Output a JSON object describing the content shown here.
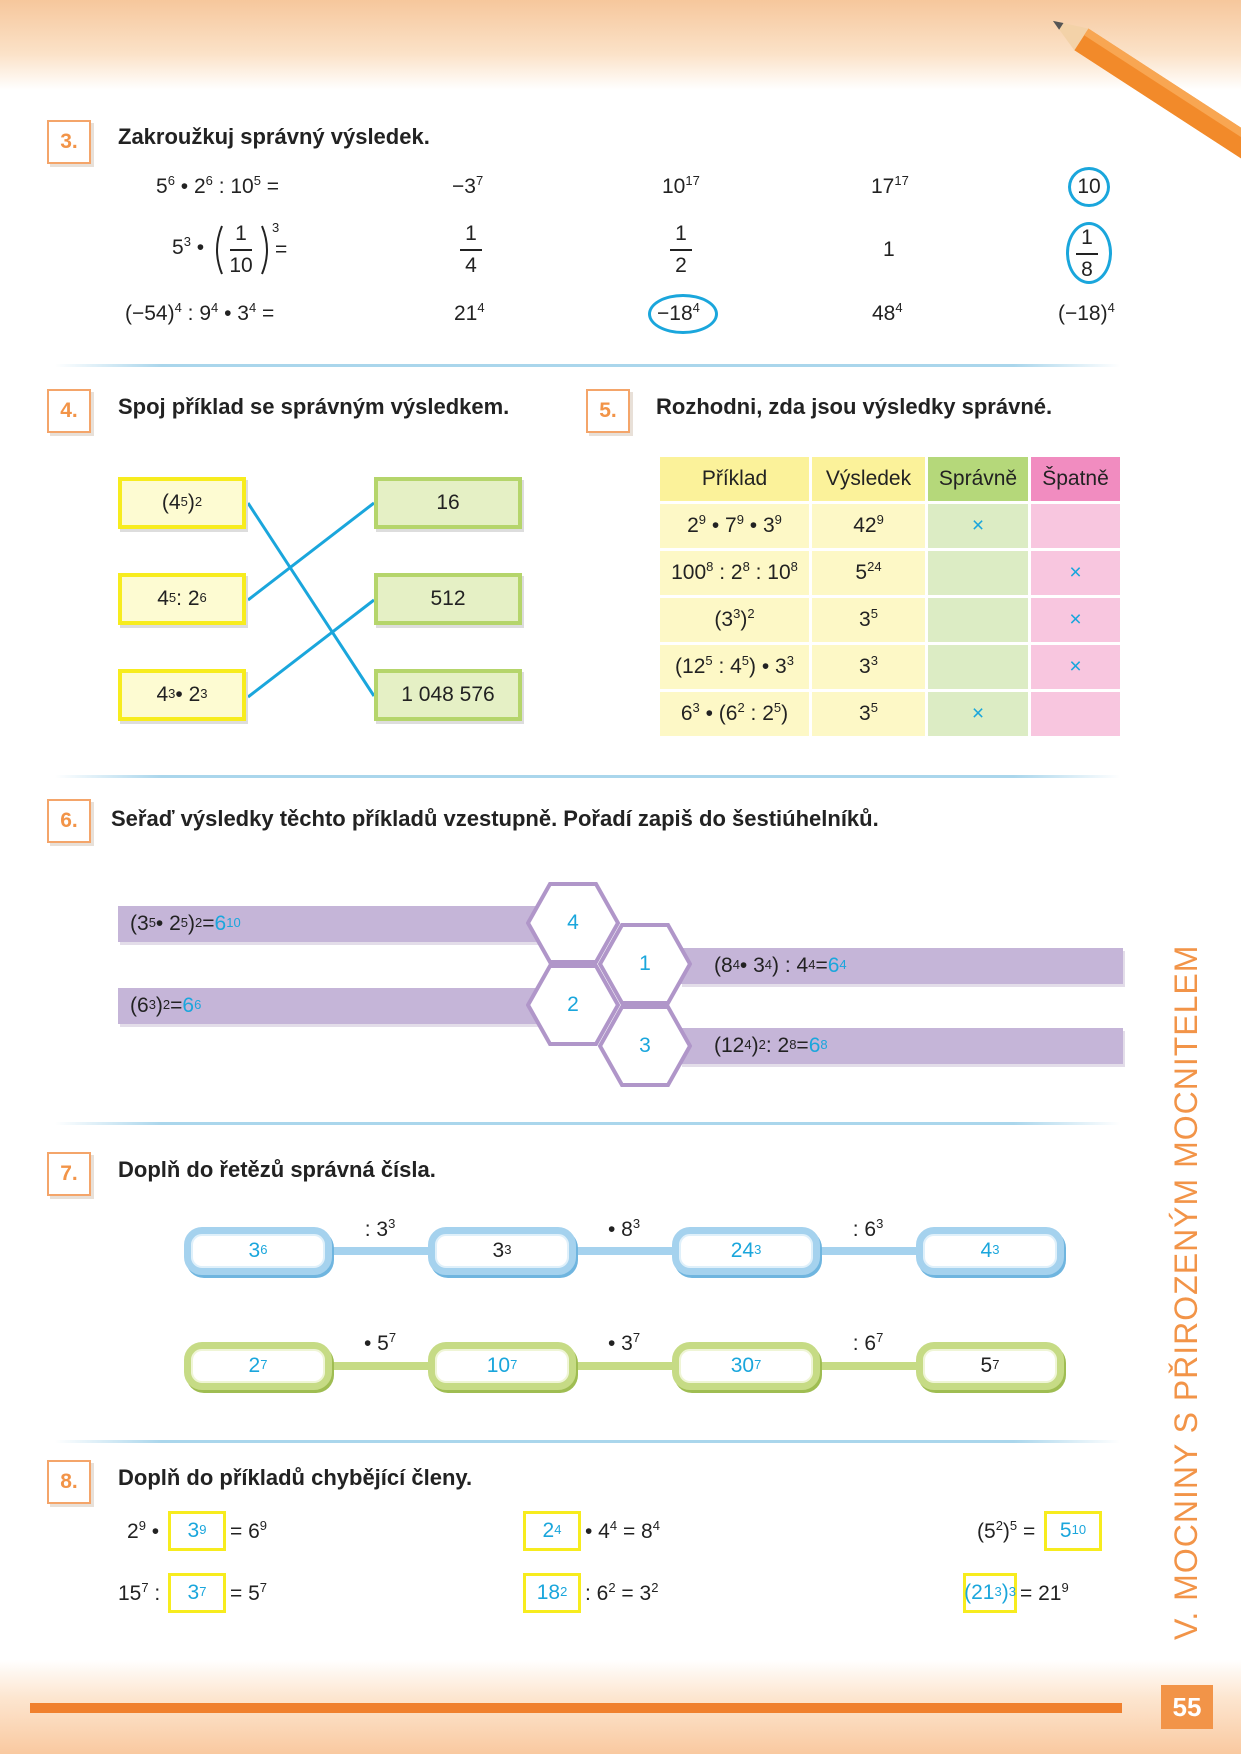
{
  "page_number": "55",
  "side_title": "V. MOCNINY S PŘIROZENÝM MOCNITELEM",
  "ex3": {
    "num": "3.",
    "title": "Zakroužkuj správný výsledek.",
    "r1": {
      "base": "5",
      "e1": "6",
      "m1": " • 2",
      "e2": "6",
      "m2": " : 10",
      "e3": "5",
      "tail": " =",
      "o1b": "−3",
      "o1e": "7",
      "o2b": "10",
      "o2e": "17",
      "o3b": "17",
      "o3e": "17",
      "o4": "10"
    },
    "r2": {
      "base": "5",
      "e1": "3",
      "mid": " • ",
      "fn": "1",
      "fd": "10",
      "e2": "3",
      "tail": " =",
      "o1n": "1",
      "o1d": "4",
      "o2n": "1",
      "o2d": "2",
      "o3": "1",
      "o4n": "1",
      "o4d": "8"
    },
    "r3": {
      "b1": "(−54)",
      "e1": "4",
      "m1": " : 9",
      "e2": "4",
      "m2": " • 3",
      "e3": "4",
      "tail": " =",
      "o1b": "21",
      "o1e": "4",
      "o2b": "−18",
      "o2e": "4",
      "o3b": "48",
      "o3e": "4",
      "o4b": "(−18)",
      "o4e": "4"
    }
  },
  "ex4": {
    "num": "4.",
    "title": "Spoj příklad se správným výsledkem.",
    "left": [
      {
        "a": "(4",
        "ae": "5",
        "b": ")",
        "be": "2",
        "c": "",
        "ce": ""
      },
      {
        "a": "4",
        "ae": "5",
        "b": " : 2",
        "be": "6",
        "c": "",
        "ce": ""
      },
      {
        "a": "4",
        "ae": "3",
        "b": " • 2",
        "be": "3",
        "c": "",
        "ce": ""
      }
    ],
    "right": [
      "16",
      "512",
      "1 048 576"
    ]
  },
  "ex5": {
    "num": "5.",
    "title": "Rozhodni, zda jsou výsledky správné.",
    "headers": [
      "Příklad",
      "Výsledek",
      "Správně",
      "Špatně"
    ],
    "rows": [
      {
        "p1": "2",
        "p1e": "9",
        "p2": " • 7",
        "p2e": "9",
        "p3": " • 3",
        "p3e": "9",
        "p4": "",
        "vb": "42",
        "ve": "9",
        "ok": "×",
        "bad": ""
      },
      {
        "p1": "100",
        "p1e": "8",
        "p2": " : 2",
        "p2e": "8",
        "p3": " : 10",
        "p3e": "8",
        "p4": "",
        "vb": "5",
        "ve": "24",
        "ok": "",
        "bad": "×"
      },
      {
        "p1": "(3",
        "p1e": "3",
        "p2": ")",
        "p2e": "2",
        "p3": "",
        "p3e": "",
        "p4": "",
        "vb": "3",
        "ve": "5",
        "ok": "",
        "bad": "×"
      },
      {
        "p1": "(12",
        "p1e": "5",
        "p2": " : 4",
        "p2e": "5",
        "p3": ") • 3",
        "p3e": "3",
        "p4": "",
        "vb": "3",
        "ve": "3",
        "ok": "",
        "bad": "×"
      },
      {
        "p1": "6",
        "p1e": "3",
        "p2": " • (6",
        "p2e": "2",
        "p3": " : 2",
        "p3e": "5",
        "p4": ")",
        "vb": "3",
        "ve": "5",
        "ok": "×",
        "bad": ""
      }
    ]
  },
  "ex6": {
    "num": "6.",
    "title": "Seřaď výsledky těchto příkladů vzestupně. Pořadí zapiš do šestiúhelníků.",
    "b1": {
      "t1": "(3",
      "e1": "5",
      "t2": " • 2",
      "e2": "5",
      "t3": ")",
      "e3": "2",
      "t4": " = ",
      "ab": "6",
      "ae": "10"
    },
    "b2": {
      "t1": "(6",
      "e1": "3",
      "t2": ")",
      "e2": "2",
      "t3": " = ",
      "ab": "6",
      "ae": "6"
    },
    "b3": {
      "t1": "(8",
      "e1": "4",
      "t2": " • 3",
      "e2": "4",
      "t3": ") : 4",
      "e3": "4",
      "t4": " = ",
      "ab": "6",
      "ae": "4"
    },
    "b4": {
      "t1": "(12",
      "e1": "4",
      "t2": ")",
      "e2": "2",
      "t3": " : 2",
      "e3": "8",
      "t4": " = ",
      "ab": "6",
      "ae": "8"
    },
    "hex": [
      "4",
      "1",
      "2",
      "3"
    ]
  },
  "ex7": {
    "num": "7.",
    "title": "Doplň do řetězů správná čísla.",
    "chain1": {
      "links": [
        {
          "b": "3",
          "e": "6"
        },
        {
          "b": "3",
          "e": "3"
        },
        {
          "b": "24",
          "e": "3"
        },
        {
          "b": "4",
          "e": "3"
        }
      ],
      "ops": [
        {
          "b": ": 3",
          "e": "3"
        },
        {
          "b": "• 8",
          "e": "3"
        },
        {
          "b": ": 6",
          "e": "3"
        }
      ]
    },
    "chain2": {
      "links": [
        {
          "b": "2",
          "e": "7"
        },
        {
          "b": "10",
          "e": "7"
        },
        {
          "b": "30",
          "e": "7"
        },
        {
          "b": "5",
          "e": "7"
        }
      ],
      "ops": [
        {
          "b": "• 5",
          "e": "7"
        },
        {
          "b": "• 3",
          "e": "7"
        },
        {
          "b": ": 6",
          "e": "7"
        }
      ]
    }
  },
  "ex8": {
    "num": "8.",
    "title": "Doplň do příkladů chybějící členy.",
    "a1": {
      "pre": "2",
      "pe": "9",
      "op": " •",
      "ab": "3",
      "ae": "9",
      "post": " = 6",
      "poe": "9"
    },
    "a2": {
      "pre": "15",
      "pe": "7",
      "op": " :",
      "ab": "3",
      "ae": "7",
      "post": " = 5",
      "poe": "7"
    },
    "b1": {
      "ab": "2",
      "ae": "4",
      "post": " • 4",
      "pe": "4",
      "post2": " = 8",
      "pe2": "4"
    },
    "b2": {
      "ab": "18",
      "ae": "2",
      "post": " : 6",
      "pe": "2",
      "post2": " = 3",
      "pe2": "2"
    },
    "c1": {
      "pre": "(5",
      "pe": "2",
      "pre2": ")",
      "pe2": "5",
      "op": " =",
      "ab": "5",
      "ae": "10"
    },
    "c2": {
      "ab": "(21",
      "ae": "3",
      "ab2": ")",
      "ae2": "3",
      "post": " = 21",
      "poe": "9"
    }
  }
}
